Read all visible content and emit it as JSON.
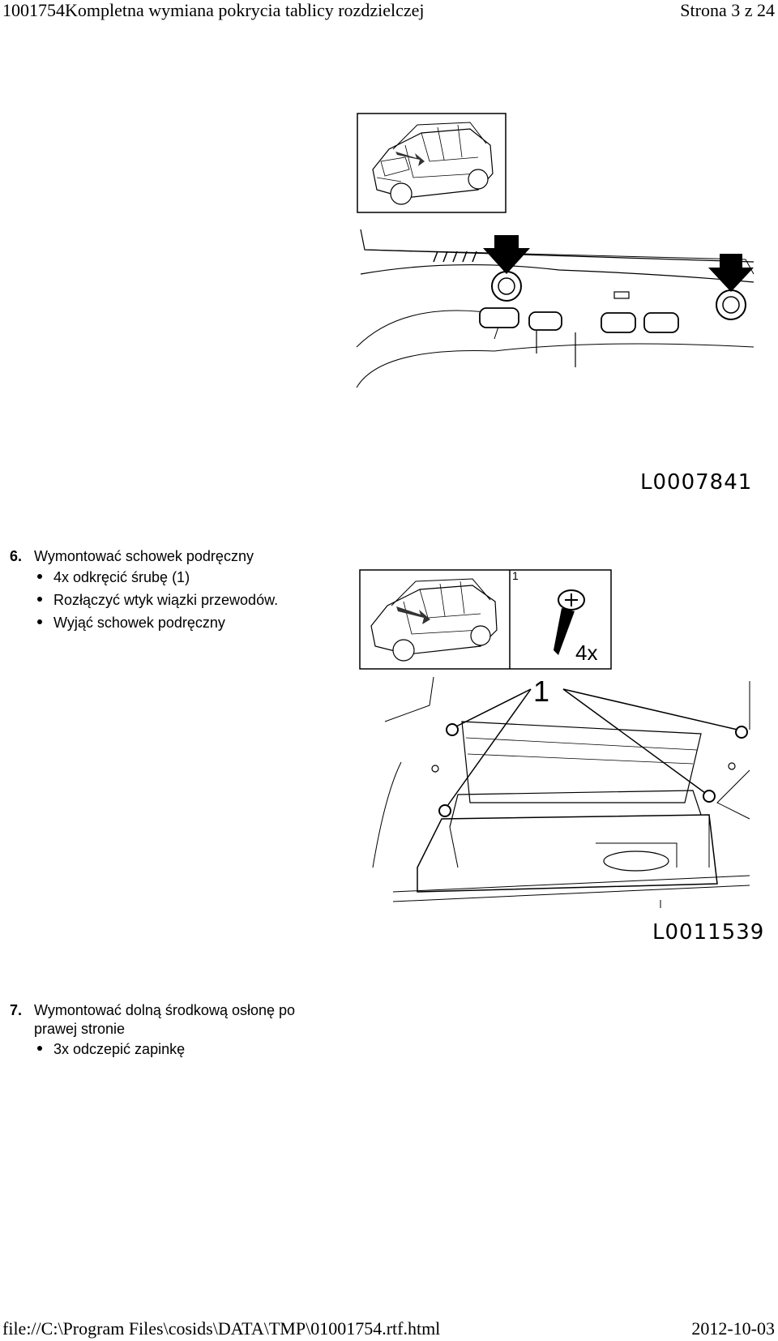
{
  "header": {
    "title": "1001754Kompletna wymiana pokrycia tablicy rozdzielczej",
    "page": "Strona 3 z 24"
  },
  "figures": [
    {
      "code": "L0007841"
    },
    {
      "code": "L0011539",
      "callout": "1",
      "inset_label": "1",
      "quantity": "4x"
    }
  ],
  "steps": [
    {
      "number": "6.",
      "title": "Wymontować schowek podręczny",
      "bullets": [
        "4x odkręcić śrubę (1)",
        "Rozłączyć wtyk wiązki przewodów.",
        "Wyjąć schowek podręczny"
      ]
    },
    {
      "number": "7.",
      "title_line1": "Wymontować dolną środkową osłonę po",
      "title_line2": "prawej stronie",
      "bullets": [
        "3x odczepić zapinkę"
      ]
    }
  ],
  "footer": {
    "path": "file://C:\\Program Files\\cosids\\DATA\\TMP\\01001754.rtf.html",
    "date": "2012-10-03"
  }
}
